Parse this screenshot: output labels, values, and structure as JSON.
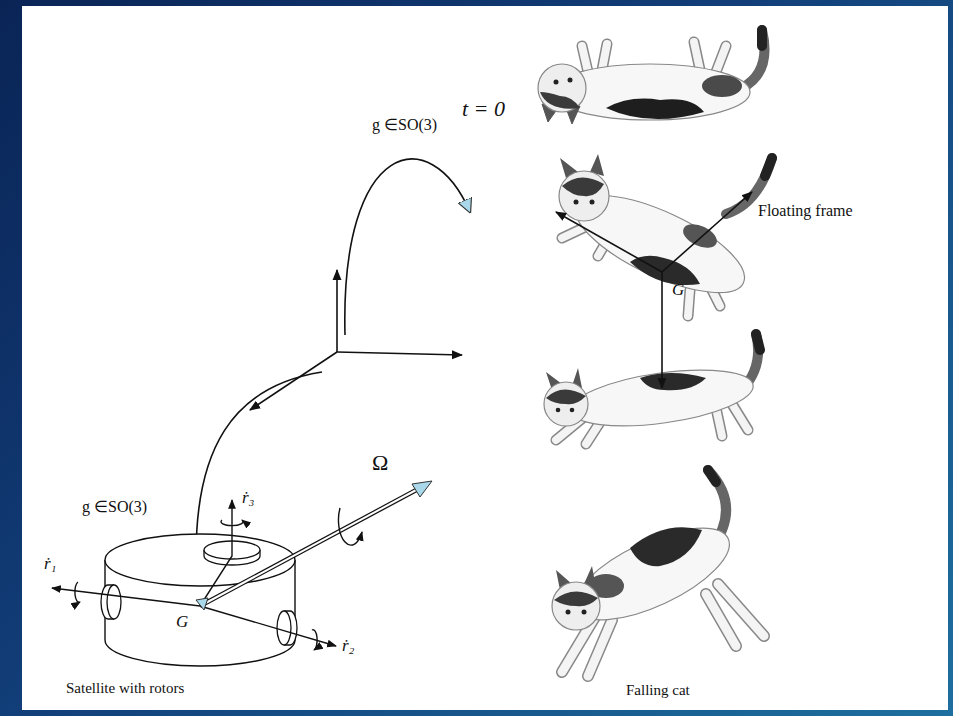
{
  "diagram": {
    "labels": [
      "t = 0",
      "g ∈SO(3)",
      "Floating frame",
      "G",
      "g ∈SO(3)",
      "Ω",
      "ṙ₃",
      "ṙ₁",
      "ṙ₂",
      "G",
      "Satellite with rotors",
      "Falling cat"
    ]
  }
}
